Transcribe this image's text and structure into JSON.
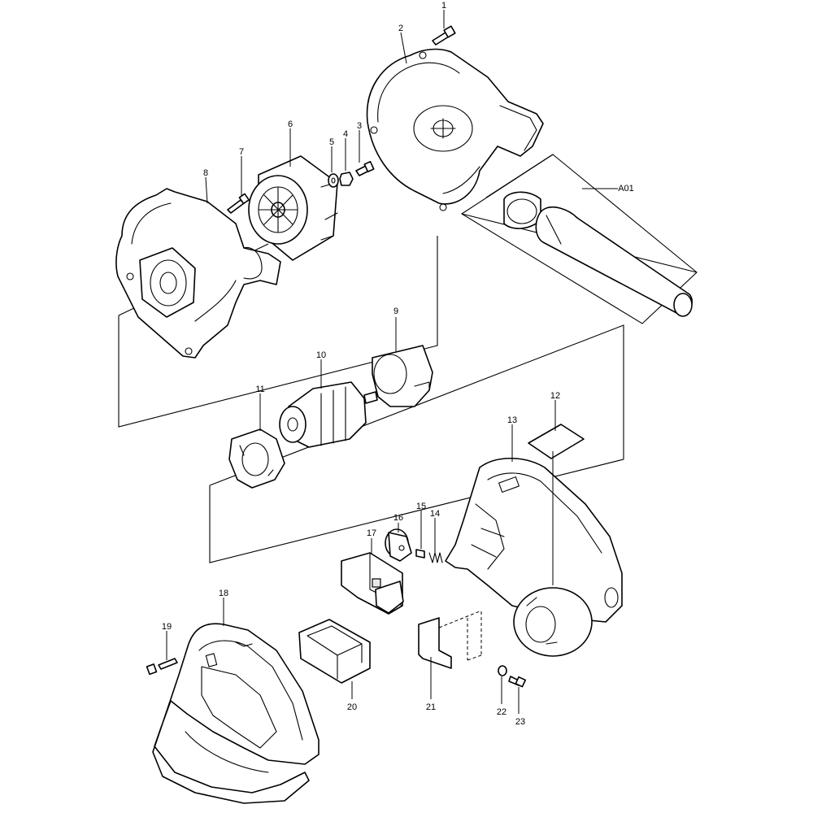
{
  "diagram": {
    "part_labels": {
      "p1": "1",
      "p2": "2",
      "p3": "3",
      "p4": "4",
      "p5": "5",
      "p6": "6",
      "p7": "7",
      "p8": "8",
      "p9": "9",
      "p10": "10",
      "p11": "11",
      "p12": "12",
      "p13": "13",
      "p14": "14",
      "p15": "15",
      "p16": "16",
      "p17": "17",
      "p18": "18",
      "p19": "19",
      "p20": "20",
      "p21": "21",
      "p22": "22",
      "p23": "23",
      "a01": "A01"
    }
  }
}
